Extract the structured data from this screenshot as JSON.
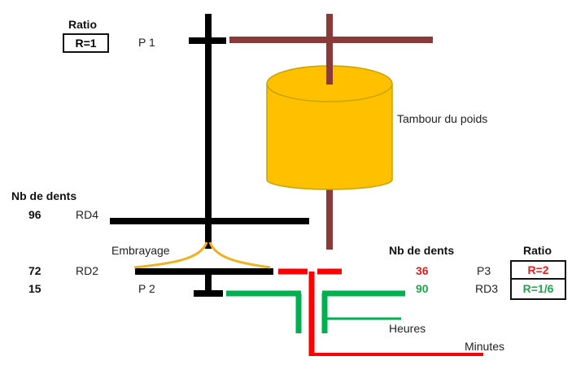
{
  "labels": {
    "ratio_header_left": "Ratio",
    "ratio_box_left": "R=1",
    "p1": "P 1",
    "drum": "Tambour du poids",
    "teeth_header_left": "Nb de dents",
    "teeth_96": "96",
    "rd4": "RD4",
    "clutch": "Embrayage",
    "teeth_72": "72",
    "rd2": "RD2",
    "teeth_15": "15",
    "p2": "P 2",
    "teeth_header_right": "Nb de dents",
    "ratio_header_right": "Ratio",
    "teeth_36": "36",
    "p3": "P3",
    "ratio_p3": "R=2",
    "teeth_90": "90",
    "rd3": "RD3",
    "ratio_rd3": "R=1/6",
    "hours": "Heures",
    "minutes": "Minutes"
  },
  "colors": {
    "black": "#000000",
    "brown": "#8b3a3a",
    "drum_fill": "#ffc000",
    "drum_stroke": "#c9a300",
    "clutch": "#f0b020",
    "red": "#ff0000",
    "green": "#00b050"
  }
}
